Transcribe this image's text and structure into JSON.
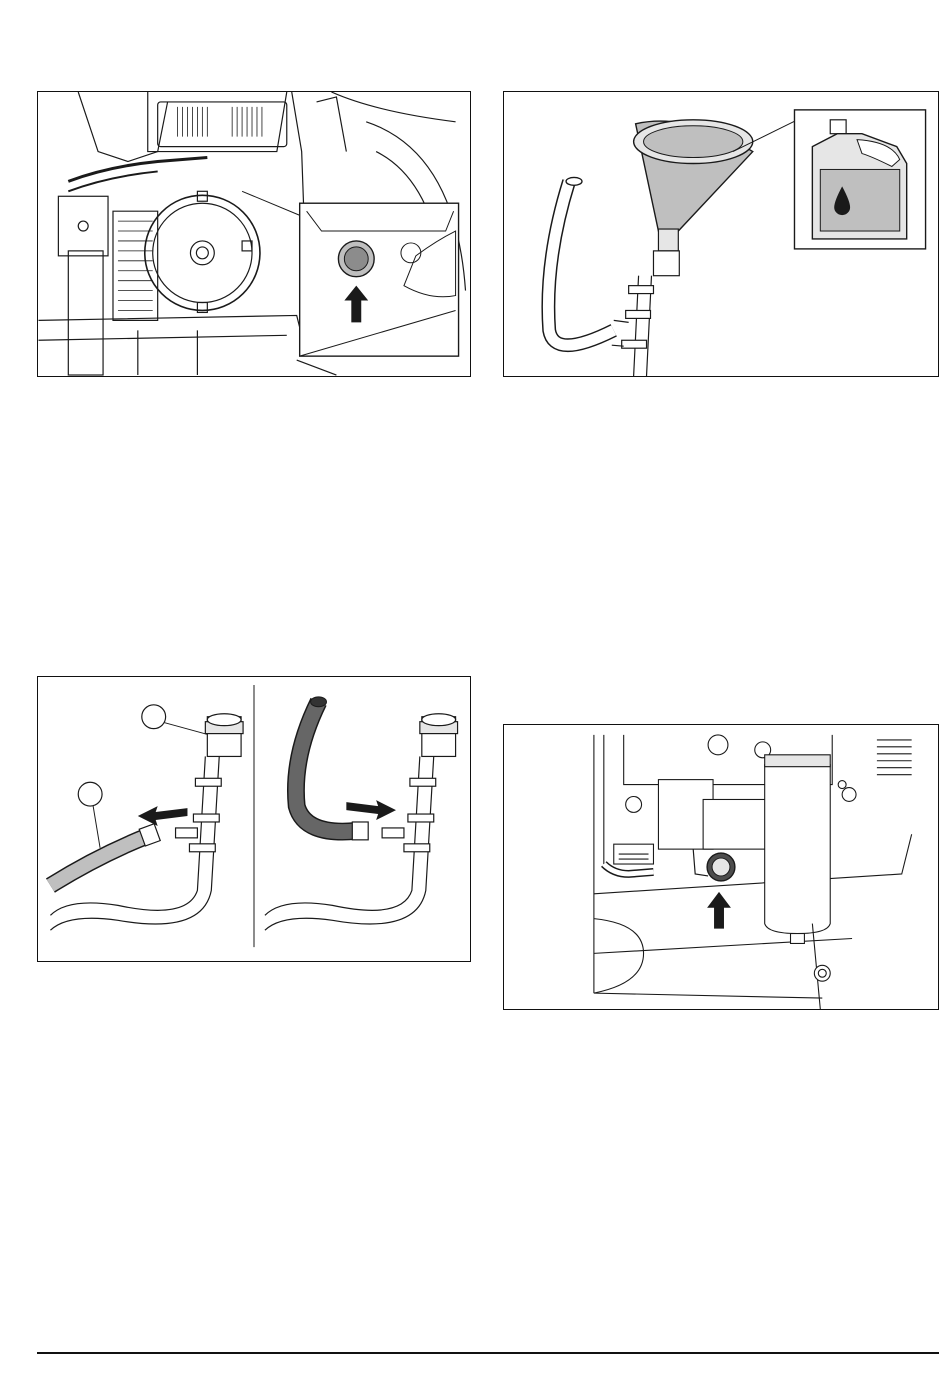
{
  "figures": [
    {
      "id": "fig1",
      "subject": "engine-drain-plug"
    },
    {
      "id": "fig2",
      "subject": "funnel-oil-fill"
    },
    {
      "id": "fig3",
      "subject": "hose-disconnect-reconnect",
      "callouts": [
        "",
        ""
      ]
    },
    {
      "id": "fig4",
      "subject": "filter-drain-plug"
    }
  ],
  "colors": {
    "line": "#1a1a1a",
    "shade": "#bfbfbf",
    "dark": "#4d4d4d",
    "light": "#e6e6e6"
  }
}
